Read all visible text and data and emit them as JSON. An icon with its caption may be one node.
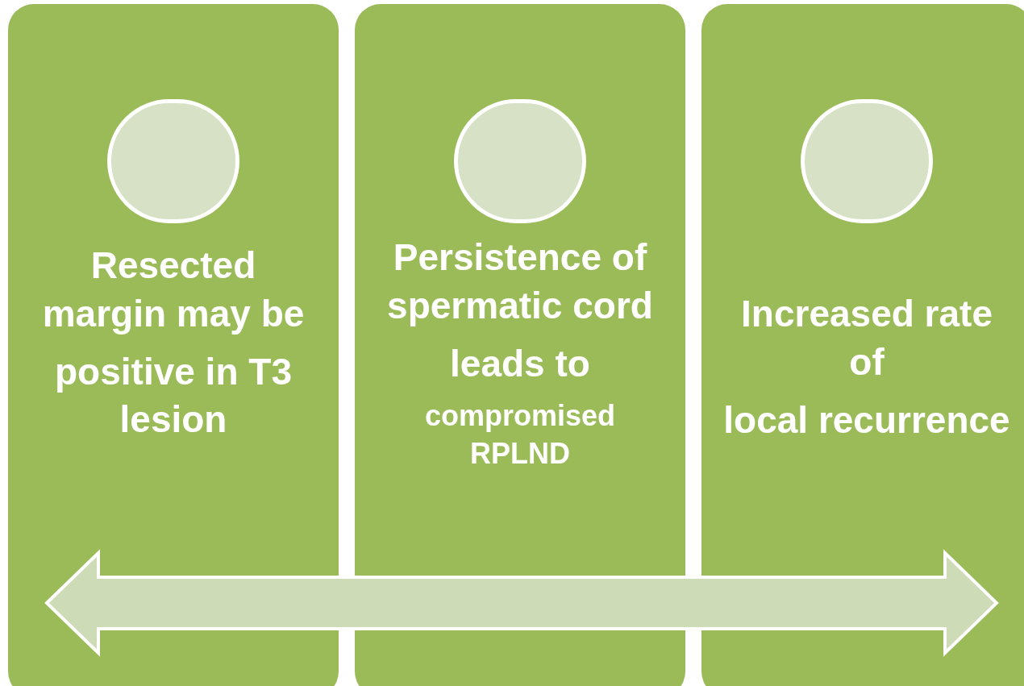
{
  "diagram": {
    "nodes": [
      {
        "text": [
          "Resected margin may be",
          "positive in T3 lesion"
        ]
      },
      {
        "text": [],
        "shape": "circle",
        "in": 0
      },
      {
        "text": [
          "Persistence of spermatic cord",
          "leads to",
          "compromised RPLND"
        ]
      },
      {
        "text": [],
        "shape": "circle",
        "in": 2
      },
      {
        "text": [
          "Increased rate of",
          "local recurrence"
        ]
      },
      {
        "text": [],
        "shape": "circle",
        "in": 4
      }
    ]
  }
}
